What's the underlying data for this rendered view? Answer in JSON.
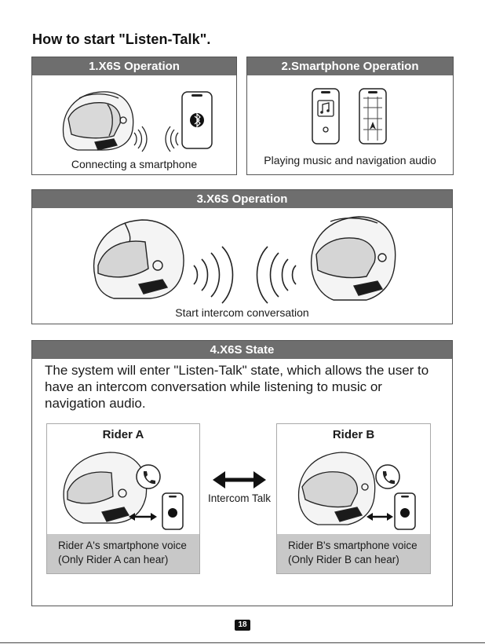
{
  "heading": "How to start \"Listen-Talk\".",
  "panels": {
    "x6s_operation": {
      "title": "1.X6S Operation",
      "caption": "Connecting a smartphone"
    },
    "smartphone_operation": {
      "title": "2.Smartphone Operation",
      "caption": "Playing music and navigation audio"
    },
    "x6s_operation_2": {
      "title": "3.X6S  Operation",
      "caption": "Start intercom conversation"
    },
    "x6s_state": {
      "title": "4.X6S State",
      "description": "The system will enter \"Listen-Talk\" state, which allows the user to have an intercom conversation while listening to music or navigation audio.",
      "rider_a": {
        "name": "Rider A",
        "note_line1": "Rider A's smartphone voice",
        "note_line2": "(Only Rider A can hear)"
      },
      "rider_b": {
        "name": "Rider B",
        "note_line1": "Rider B's smartphone voice",
        "note_line2": "(Only Rider B can hear)"
      },
      "intercom_label": "Intercom Talk"
    }
  },
  "page_number": "18",
  "colors": {
    "header_bar": "#6e6e6e",
    "note_box": "#c8c8c8",
    "panel_border": "#555555"
  },
  "icons": [
    "helmet-icon",
    "bluetooth-icon",
    "music-note-icon",
    "navigation-icon",
    "phone-call-icon",
    "double-arrow-icon",
    "sound-wave-icon"
  ]
}
